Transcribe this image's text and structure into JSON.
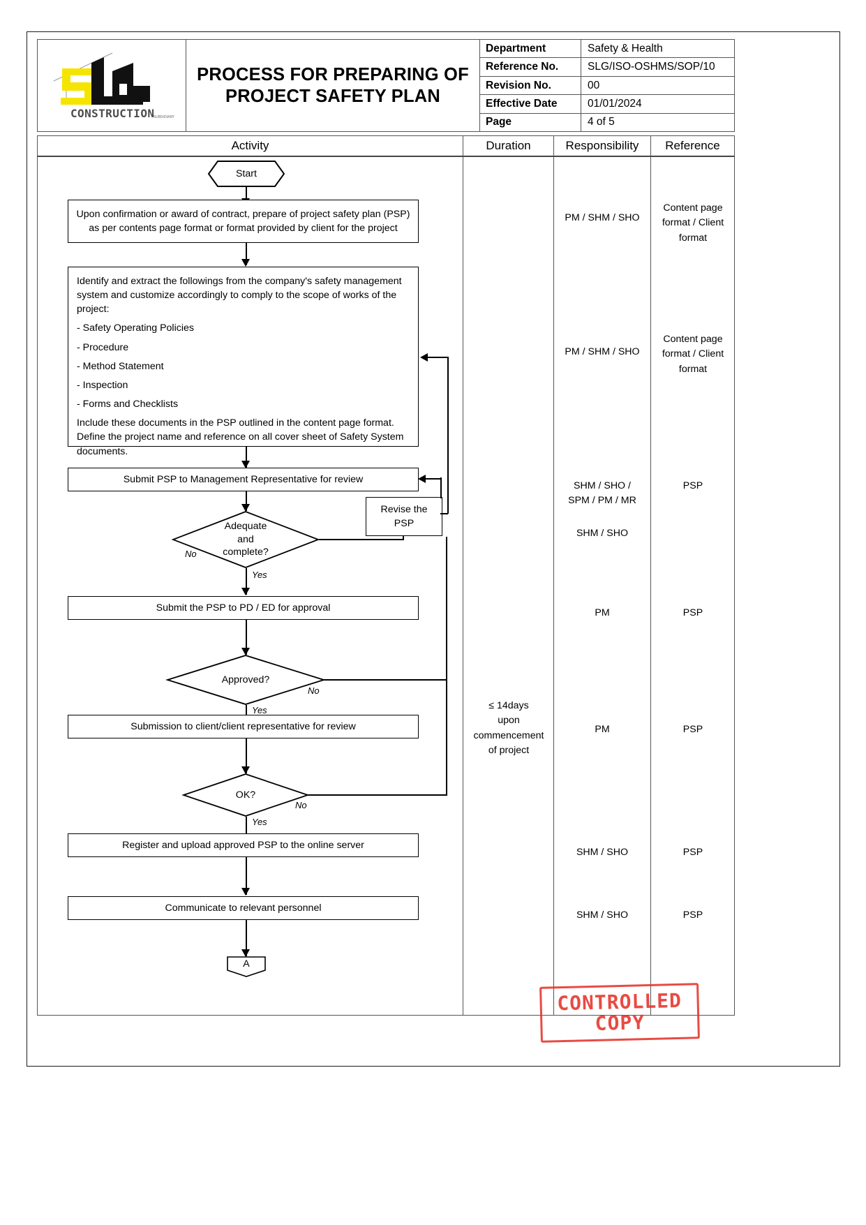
{
  "header": {
    "title": "PROCESS FOR PREPARING OF PROJECT SAFETY PLAN",
    "logo_text": "CONSTRUCTION",
    "logo_letters": "SLG",
    "meta": [
      {
        "key": "Department",
        "value": "Safety & Health"
      },
      {
        "key": "Reference No.",
        "value": "SLG/ISO-OSHMS/SOP/10"
      },
      {
        "key": "Revision No.",
        "value": "00"
      },
      {
        "key": "Effective Date",
        "value": "01/01/2024"
      },
      {
        "key": "Page",
        "value": "4 of 5"
      }
    ]
  },
  "columns": {
    "activity": "Activity",
    "duration": "Duration",
    "responsibility": "Responsibility",
    "reference": "Reference"
  },
  "flow": {
    "start": "Start",
    "step1": "Upon confirmation or award of contract, prepare of project safety plan (PSP) as per contents page format or format provided by client for the project",
    "step2_intro": "Identify and extract the followings from the company's safety management system and customize accordingly to comply to the scope of works of the project:",
    "step2_items": [
      "- Safety Operating Policies",
      "- Procedure",
      "- Method Statement",
      "- Inspection",
      "- Forms and Checklists"
    ],
    "step2_outro": "Include these documents in the PSP outlined in the content page format. Define the project name and reference on all cover sheet of Safety System documents.",
    "step3": "Submit PSP to Management Representative for review",
    "revise": "Revise the PSP",
    "decision1": "Adequate and complete?",
    "decision1_line1": "Adequate",
    "decision1_line2": "and",
    "decision1_line3": "complete?",
    "step4": "Submit the PSP to PD / ED for approval",
    "decision2": "Approved?",
    "step5": "Submission to client/client representative for review",
    "decision3": "OK?",
    "step6": "Register and upload approved PSP to the online server",
    "step7": "Communicate to relevant personnel",
    "connector_end": "A",
    "yes": "Yes",
    "no": "No"
  },
  "duration": {
    "text": "≤ 14days upon commencement of project",
    "line1": "≤ 14days",
    "line2": "upon",
    "line3": "commencement",
    "line4": "of project"
  },
  "responsibility": [
    "PM / SHM / SHO",
    "PM / SHM / SHO",
    "SHM / SHO / SPM / PM / MR",
    "SHM / SHO",
    "PM",
    "PM",
    "SHM / SHO",
    "SHM / SHO"
  ],
  "responsibility_rows": {
    "r1": "PM / SHM / SHO",
    "r2": "PM / SHM / SHO",
    "r3_line1": "SHM / SHO /",
    "r3_line2": "SPM / PM / MR",
    "r4": "SHM / SHO",
    "r5": "PM",
    "r6": "PM",
    "r7": "SHM / SHO",
    "r8": "SHM / SHO"
  },
  "reference_rows": {
    "r1_line1": "Content page",
    "r1_line2": "format / Client",
    "r1_line3": "format",
    "r2_line1": "Content page",
    "r2_line2": "format / Client",
    "r2_line3": "format",
    "r3": "PSP",
    "r5": "PSP",
    "r6": "PSP",
    "r7": "PSP",
    "r8": "PSP"
  },
  "stamp": {
    "line1": "CONTROLLED",
    "line2": "COPY",
    "color": "#e5332a"
  },
  "colors": {
    "logo_yellow": "#f5e400",
    "logo_black": "#111111",
    "rule": "#555555",
    "stamp_red": "#e5332a"
  }
}
